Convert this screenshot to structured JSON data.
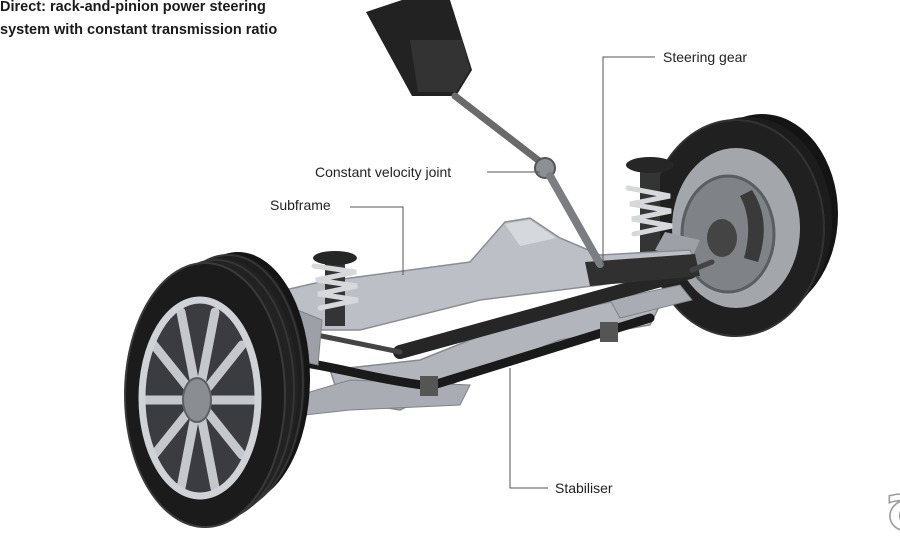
{
  "title": {
    "line1": "Direct: rack-and-pinion power steering",
    "line2": "system with constant transmission ratio"
  },
  "labels": {
    "steering_gear": "Steering gear",
    "cv_joint": "Constant velocity joint",
    "subframe": "Subframe",
    "stabiliser": "Stabiliser"
  },
  "watermark": {
    "text": "حراج"
  },
  "colors": {
    "background": "#ffffff",
    "text": "#1a1a1a",
    "leader": "#555555",
    "tire": "#1b1b1b",
    "metal": "#b9bdc3"
  }
}
